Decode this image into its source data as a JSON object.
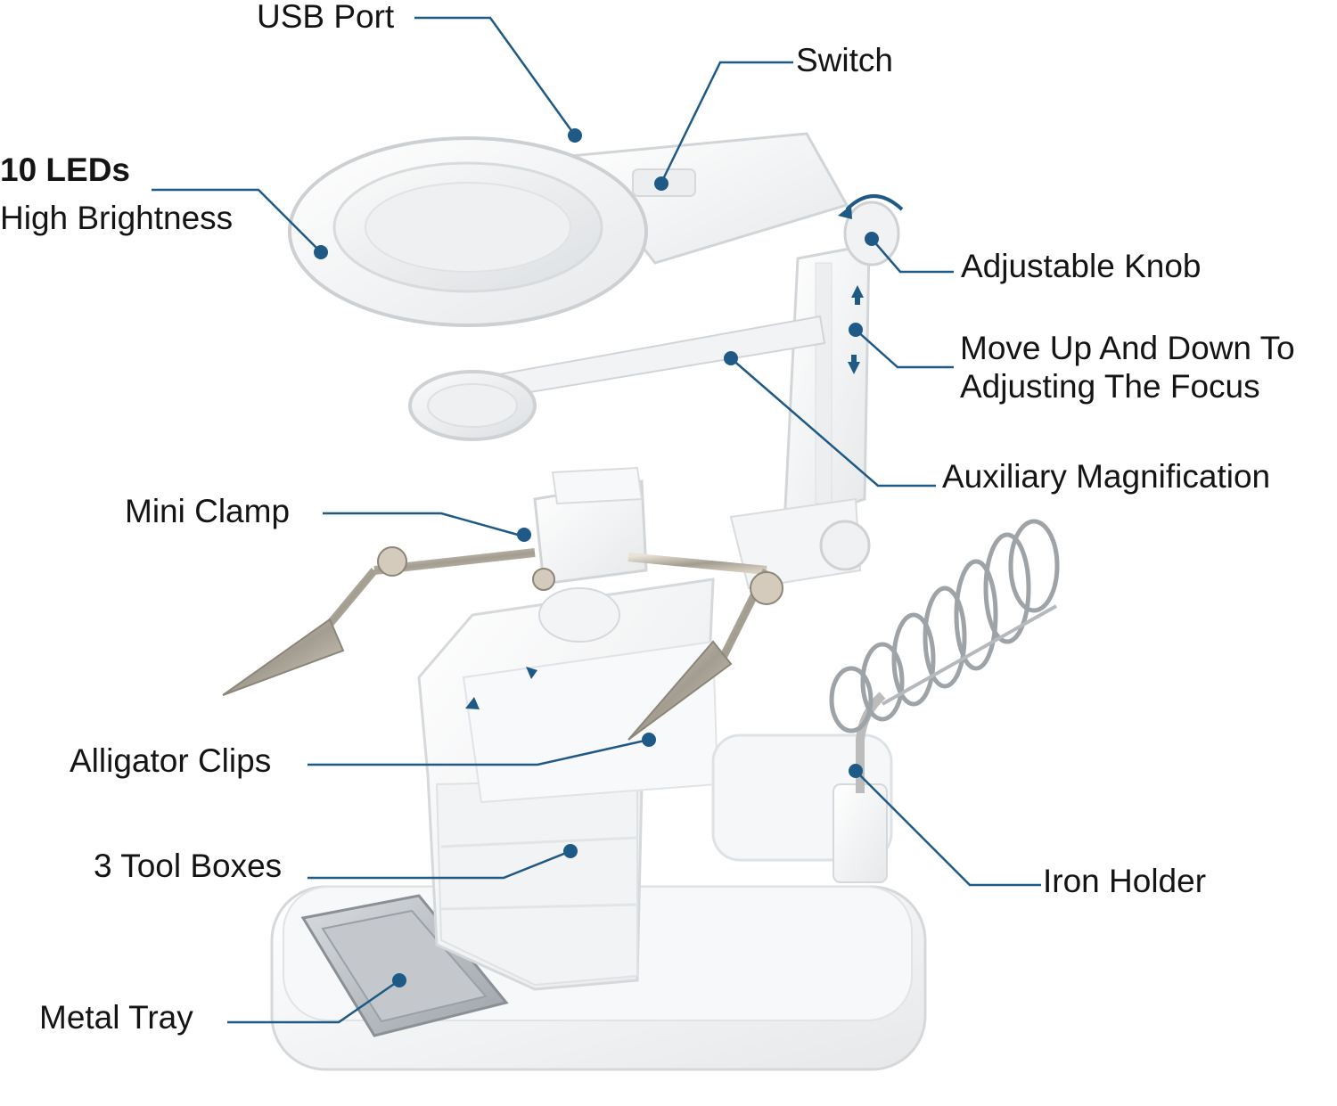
{
  "accent_color": "#1f5a86",
  "product_color": "#f4f5f6",
  "labels": {
    "usb_port": "USB Port",
    "switch": "Switch",
    "leds_title": "10 LEDs",
    "leds_subtitle": "High Brightness",
    "adjustable_knob": "Adjustable Knob",
    "move_line1": "Move Up And Down To",
    "move_line2": "Adjusting The Focus",
    "auxiliary_magnification": "Auxiliary Magnification",
    "mini_clamp": "Mini Clamp",
    "alligator_clips": "Alligator Clips",
    "tool_boxes": "3 Tool Boxes",
    "iron_holder": "Iron Holder",
    "metal_tray": "Metal Tray"
  }
}
